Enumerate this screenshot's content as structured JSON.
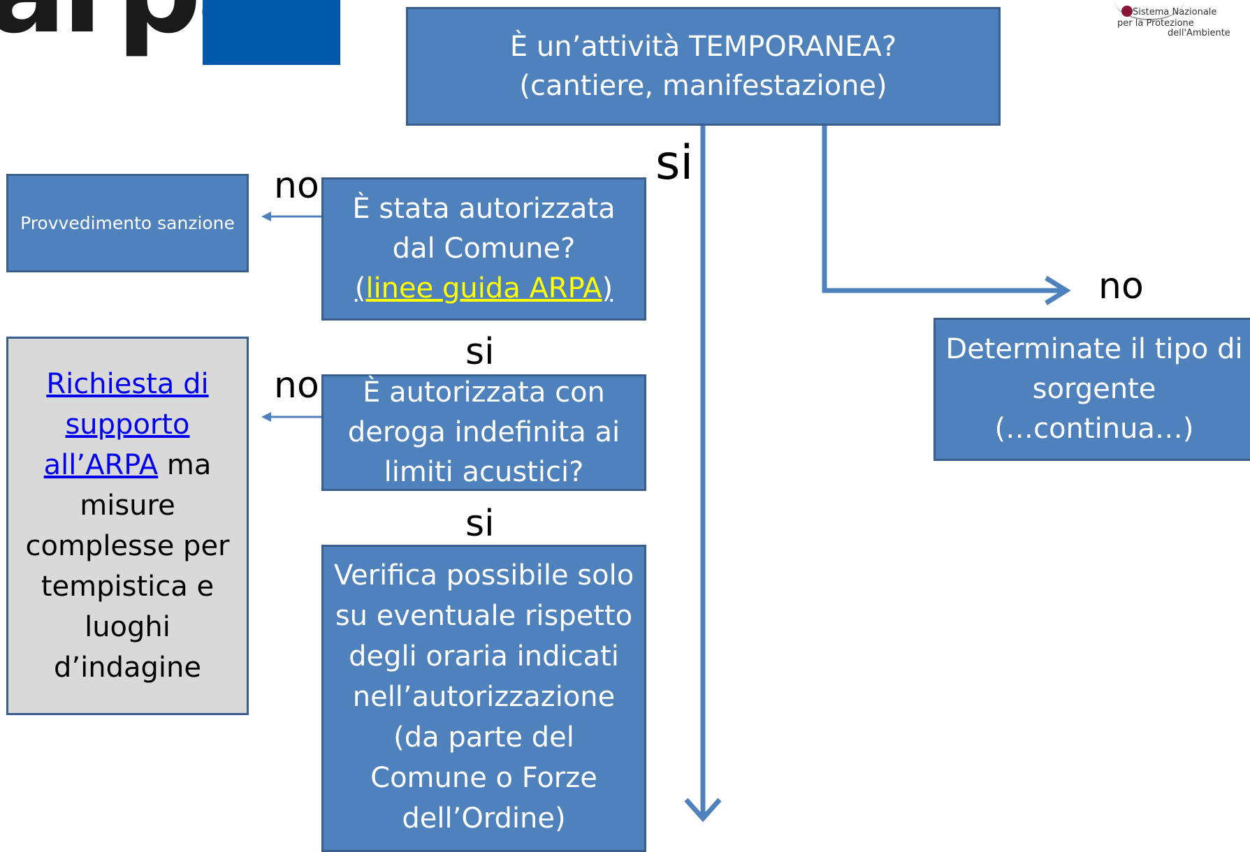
{
  "logos": {
    "left_text": "arpa",
    "right_lines": [
      "Sistema Nazionale",
      "per la Protezione",
      "dell'Ambiente"
    ]
  },
  "flow": {
    "q_temporanea": [
      "È un’attività TEMPORANEA?",
      "(cantiere, manifestazione)"
    ],
    "label_si_main": "si",
    "label_no_right": "no",
    "q_autorizzata": {
      "line1": "È stata autorizzata",
      "line2": "dal Comune?",
      "paren_open": "(",
      "link": "linee guida ARPA",
      "paren_close": ")"
    },
    "label_no_1": "no",
    "sanzione": "Provvedimento sanzione",
    "label_si_1": "si",
    "q_deroga": [
      "È autorizzata con",
      "deroga indefinita ai",
      "limiti acustici?"
    ],
    "label_no_2": "no",
    "label_si_2": "si",
    "verifica": [
      "Verifica possibile solo",
      "su eventuale rispetto",
      "degli oraria indicati",
      "nell’autorizzazione",
      "(da parte del",
      "Comune o Forze",
      "dell’Ordine)"
    ],
    "richiesta": {
      "link_lines": [
        "Richiesta di",
        "supporto",
        "all’ARPA"
      ],
      "tail_after_link": " ma",
      "rest_lines": [
        "misure",
        "complesse per",
        "tempistica e",
        "luoghi",
        "d’indagine"
      ]
    },
    "sorgente": [
      "Determinate il tipo di",
      "sorgente",
      "(…continua…)"
    ]
  },
  "colors": {
    "box_fill": "#4f81bd",
    "box_border": "#385d8a",
    "gray_box": "#d9d9d9",
    "link_blue": "#0000ee",
    "link_yellow": "#ffff00"
  }
}
